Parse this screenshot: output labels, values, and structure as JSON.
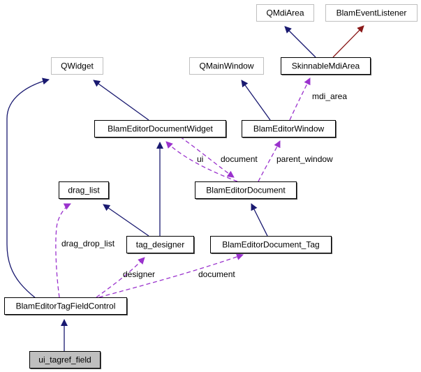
{
  "diagram": {
    "type": "class-collaboration-graph",
    "colors": {
      "inherit_public": "#191970",
      "inherit_protected": "#8b1a1a",
      "usage": "#9a32cd",
      "external_border": "#bfbfbf",
      "node_border": "#000000",
      "focus_fill": "#bfbfbf"
    },
    "nodes": [
      {
        "id": "QMdiArea",
        "label": "QMdiArea",
        "style": "external"
      },
      {
        "id": "BlamEventListener",
        "label": "BlamEventListener",
        "style": "external"
      },
      {
        "id": "QMainWindow",
        "label": "QMainWindow",
        "style": "external"
      },
      {
        "id": "SkinnableMdiArea",
        "label": "SkinnableMdiArea",
        "style": "documented"
      },
      {
        "id": "QWidget",
        "label": "QWidget",
        "style": "external"
      },
      {
        "id": "BlamEditorDocumentWidget",
        "label": "BlamEditorDocumentWidget",
        "style": "documented"
      },
      {
        "id": "BlamEditorWindow",
        "label": "BlamEditorWindow",
        "style": "documented"
      },
      {
        "id": "drag_list",
        "label": "drag_list",
        "style": "documented"
      },
      {
        "id": "BlamEditorDocument",
        "label": "BlamEditorDocument",
        "style": "documented"
      },
      {
        "id": "tag_designer",
        "label": "tag_designer",
        "style": "documented"
      },
      {
        "id": "BlamEditorDocument_Tag",
        "label": "BlamEditorDocument_Tag",
        "style": "documented"
      },
      {
        "id": "BlamEditorTagFieldControl",
        "label": "BlamEditorTagFieldControl",
        "style": "documented"
      },
      {
        "id": "ui_tagref_field",
        "label": "ui_tagref_field",
        "style": "focus"
      }
    ],
    "edges": [
      {
        "from": "SkinnableMdiArea",
        "to": "QMdiArea",
        "kind": "inherit_public",
        "label": ""
      },
      {
        "from": "SkinnableMdiArea",
        "to": "BlamEventListener",
        "kind": "inherit_protected",
        "label": ""
      },
      {
        "from": "BlamEditorWindow",
        "to": "QMainWindow",
        "kind": "inherit_public",
        "label": ""
      },
      {
        "from": "BlamEditorWindow",
        "to": "SkinnableMdiArea",
        "kind": "usage",
        "label": "mdi_area"
      },
      {
        "from": "BlamEditorDocumentWidget",
        "to": "QWidget",
        "kind": "inherit_public",
        "label": ""
      },
      {
        "from": "BlamEditorTagFieldControl",
        "to": "QWidget",
        "kind": "inherit_public",
        "label": ""
      },
      {
        "from": "BlamEditorDocument",
        "to": "BlamEditorDocumentWidget",
        "kind": "usage",
        "label": "ui"
      },
      {
        "from": "BlamEditorDocumentWidget",
        "to": "BlamEditorDocument",
        "kind": "usage",
        "label": "document"
      },
      {
        "from": "BlamEditorDocument",
        "to": "BlamEditorWindow",
        "kind": "usage",
        "label": "parent_window"
      },
      {
        "from": "tag_designer",
        "to": "drag_list",
        "kind": "inherit_public",
        "label": ""
      },
      {
        "from": "tag_designer",
        "to": "BlamEditorDocumentWidget",
        "kind": "inherit_public",
        "label": ""
      },
      {
        "from": "BlamEditorDocument_Tag",
        "to": "BlamEditorDocument",
        "kind": "inherit_public",
        "label": ""
      },
      {
        "from": "BlamEditorTagFieldControl",
        "to": "drag_list",
        "kind": "usage",
        "label": "drag_drop_list"
      },
      {
        "from": "BlamEditorTagFieldControl",
        "to": "tag_designer",
        "kind": "usage",
        "label": "designer"
      },
      {
        "from": "BlamEditorTagFieldControl",
        "to": "BlamEditorDocument_Tag",
        "kind": "usage",
        "label": "document"
      },
      {
        "from": "ui_tagref_field",
        "to": "BlamEditorTagFieldControl",
        "kind": "inherit_public",
        "label": ""
      }
    ]
  }
}
